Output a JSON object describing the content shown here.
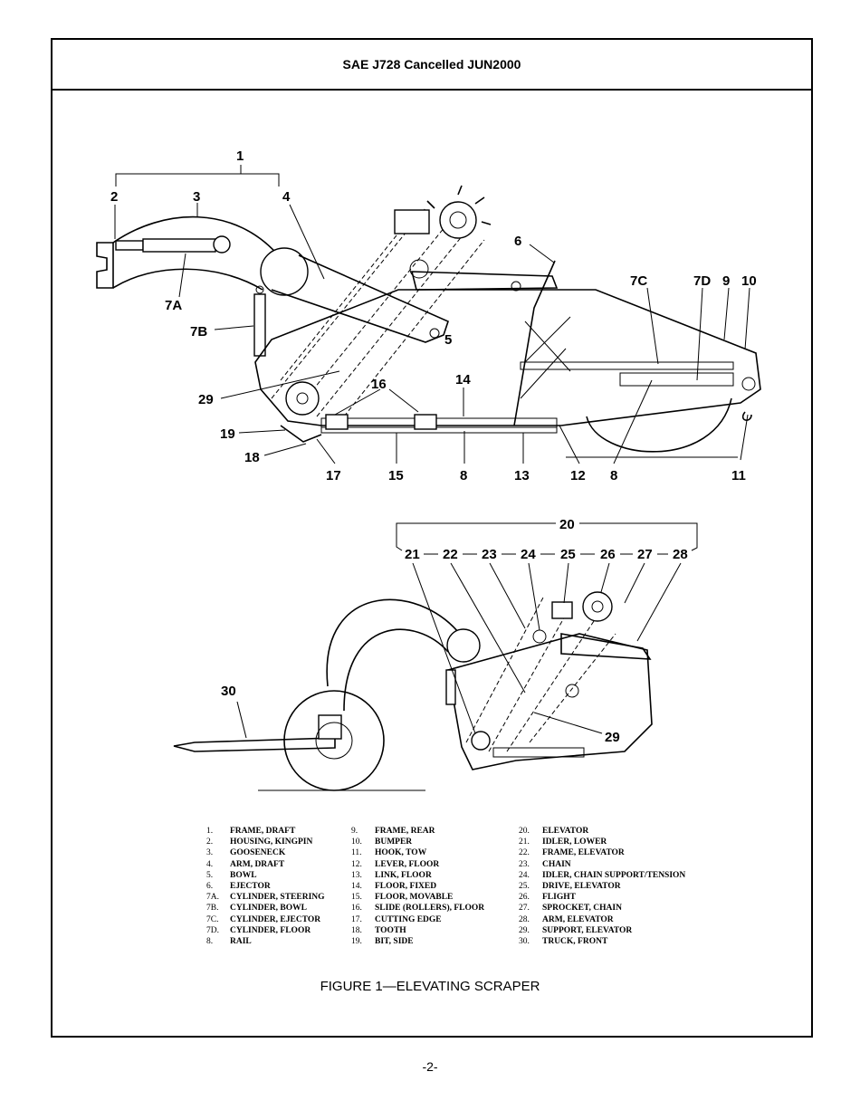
{
  "header": {
    "title": "SAE J728 Cancelled JUN2000"
  },
  "callouts": {
    "c1": "1",
    "c2": "2",
    "c3": "3",
    "c4": "4",
    "c5": "5",
    "c6": "6",
    "c7A": "7A",
    "c7B": "7B",
    "c7C": "7C",
    "c7D": "7D",
    "c9": "9",
    "c10": "10",
    "c11": "11",
    "c12": "12",
    "c13": "13",
    "c14": "14",
    "c15": "15",
    "c16": "16",
    "c17": "17",
    "c18": "18",
    "c19": "19",
    "c29": "29",
    "c8a": "8",
    "c8b": "8",
    "c20": "20",
    "c21": "21",
    "c22": "22",
    "c23": "23",
    "c24": "24",
    "c25": "25",
    "c26": "26",
    "c27": "27",
    "c28": "28",
    "c29b": "29",
    "c30": "30"
  },
  "legend": {
    "col1": [
      {
        "num": "1.",
        "label": "FRAME, DRAFT"
      },
      {
        "num": "2.",
        "label": "HOUSING, KINGPIN"
      },
      {
        "num": "3.",
        "label": "GOOSENECK"
      },
      {
        "num": "4.",
        "label": "ARM, DRAFT"
      },
      {
        "num": "5.",
        "label": "BOWL"
      },
      {
        "num": "6.",
        "label": "EJECTOR"
      },
      {
        "num": "7A.",
        "label": "CYLINDER, STEERING"
      },
      {
        "num": "7B.",
        "label": "CYLINDER, BOWL"
      },
      {
        "num": "7C.",
        "label": "CYLINDER, EJECTOR"
      },
      {
        "num": "7D.",
        "label": "CYLINDER, FLOOR"
      },
      {
        "num": "8.",
        "label": "RAIL"
      }
    ],
    "col2": [
      {
        "num": "9.",
        "label": "FRAME, REAR"
      },
      {
        "num": "10.",
        "label": "BUMPER"
      },
      {
        "num": "11.",
        "label": "HOOK, TOW"
      },
      {
        "num": "12.",
        "label": "LEVER, FLOOR"
      },
      {
        "num": "13.",
        "label": "LINK, FLOOR"
      },
      {
        "num": "14.",
        "label": "FLOOR, FIXED"
      },
      {
        "num": "15.",
        "label": "FLOOR, MOVABLE"
      },
      {
        "num": "16.",
        "label": "SLIDE (ROLLERS), FLOOR"
      },
      {
        "num": "17.",
        "label": "CUTTING EDGE"
      },
      {
        "num": "18.",
        "label": "TOOTH"
      },
      {
        "num": "19.",
        "label": "BIT, SIDE"
      }
    ],
    "col3": [
      {
        "num": "20.",
        "label": "ELEVATOR"
      },
      {
        "num": "21.",
        "label": "IDLER, LOWER"
      },
      {
        "num": "22.",
        "label": "FRAME, ELEVATOR"
      },
      {
        "num": "23.",
        "label": "CHAIN"
      },
      {
        "num": "24.",
        "label": "IDLER, CHAIN SUPPORT/TENSION"
      },
      {
        "num": "25.",
        "label": "DRIVE, ELEVATOR"
      },
      {
        "num": "26.",
        "label": "FLIGHT"
      },
      {
        "num": "27.",
        "label": "SPROCKET, CHAIN"
      },
      {
        "num": "28.",
        "label": "ARM, ELEVATOR"
      },
      {
        "num": "29.",
        "label": "SUPPORT, ELEVATOR"
      },
      {
        "num": "30.",
        "label": "TRUCK, FRONT"
      }
    ]
  },
  "caption": "FIGURE 1—ELEVATING SCRAPER",
  "page_number": "-2-"
}
